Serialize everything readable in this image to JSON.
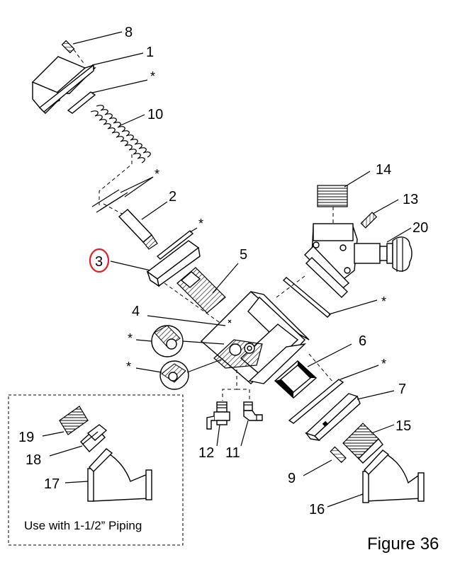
{
  "figure_caption": "Figure 36",
  "inset_caption": "Use with 1-1/2” Piping",
  "highlight_color": "#e0202a",
  "highlighted_callout": "3",
  "callouts": {
    "c1": "1",
    "c2": "2",
    "c3": "3",
    "c4": "4",
    "c5": "5",
    "c6": "6",
    "c7": "7",
    "c8": "8",
    "c9": "9",
    "c10": "10",
    "c11": "11",
    "c12": "12",
    "c13": "13",
    "c14": "14",
    "c15": "15",
    "c16": "16",
    "c17": "17",
    "c18": "18",
    "c19": "19",
    "c20": "20"
  },
  "star_mark": "*"
}
